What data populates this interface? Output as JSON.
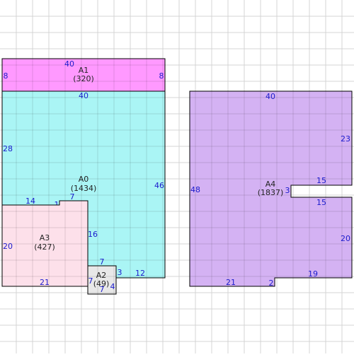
{
  "colors": {
    "background": "#ffffff",
    "grid": "#d4d4d4",
    "outline": "#000000",
    "dimension_text": "#1a1acc",
    "label_text": "#222222"
  },
  "regions": [
    {
      "id": "A0",
      "name": "A0",
      "area": "(1434)",
      "fill": "#aaf5f5",
      "dimensions": [
        "40",
        "28",
        "46",
        "14",
        "1",
        "7",
        "16",
        "21",
        "7",
        "3",
        "12"
      ]
    },
    {
      "id": "A1",
      "name": "A1",
      "area": "(320)",
      "fill": "#ff99ff",
      "dimensions": [
        "40",
        "8",
        "8"
      ]
    },
    {
      "id": "A2",
      "name": "A2",
      "area": "(49)",
      "fill": "#e8e8e8",
      "dimensions": [
        "7",
        "4",
        "7"
      ]
    },
    {
      "id": "A3",
      "name": "A3",
      "area": "(427)",
      "fill": "#fde0ea",
      "dimensions": [
        "20",
        "21"
      ]
    },
    {
      "id": "A4",
      "name": "A4",
      "area": "(1837)",
      "fill": "#d4b2f3",
      "dimensions": [
        "40",
        "23",
        "48",
        "15",
        "3",
        "15",
        "20",
        "19",
        "21",
        "2"
      ]
    }
  ]
}
